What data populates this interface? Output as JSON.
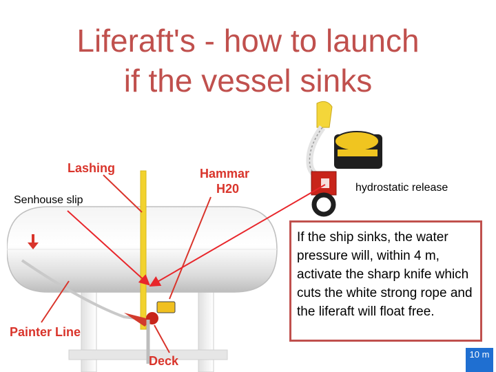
{
  "title": {
    "line1": "Liferaft's  - how to launch",
    "line2": "if the vessel sinks"
  },
  "illustration": {
    "labels": {
      "lashing": "Lashing",
      "hammar": "Hammar",
      "h20": "H20",
      "painter_line": "Painter Line",
      "deck": "Deck"
    }
  },
  "hydrostatic_release_label": "hydrostatic release",
  "senhouse_slip_label": "Senhouse slip",
  "info_text": "If the ship sinks, the water pressure will, within 4 m, activate the sharp knife which cuts the white strong rope and the liferaft will float free.",
  "page_badge": "10 m",
  "colors": {
    "title": "#c0504d",
    "illustration_label": "#d9342b",
    "info_border": "#c0504d",
    "badge": "#1f6fd1",
    "arrow": "#e8262b"
  },
  "icons": [
    "hydrostatic-release-unit-icon",
    "liferaft-canister-icon"
  ]
}
